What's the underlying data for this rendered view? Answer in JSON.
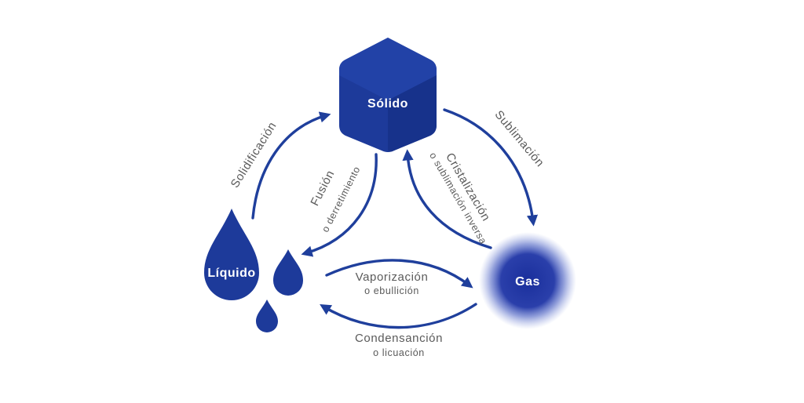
{
  "states": {
    "solid": "Sólido",
    "liquid": "Líquido",
    "gas": "Gas"
  },
  "processes": {
    "sublimation": "Sublimación",
    "solidification": "Solidificación",
    "fusion": "Fusión",
    "fusion_alt": "o derretimiento",
    "crystallization": "Cristalización",
    "crystallization_alt": "o sublimación inversa",
    "vaporization": "Vaporización",
    "vaporization_alt": "o ebullición",
    "condensation": "Condensanción",
    "condensation_alt": "o licuación"
  },
  "colors": {
    "primary": "#1f3f9c",
    "primary_dark": "#17328a",
    "text": "#5a5a5a",
    "background": "#ffffff"
  }
}
